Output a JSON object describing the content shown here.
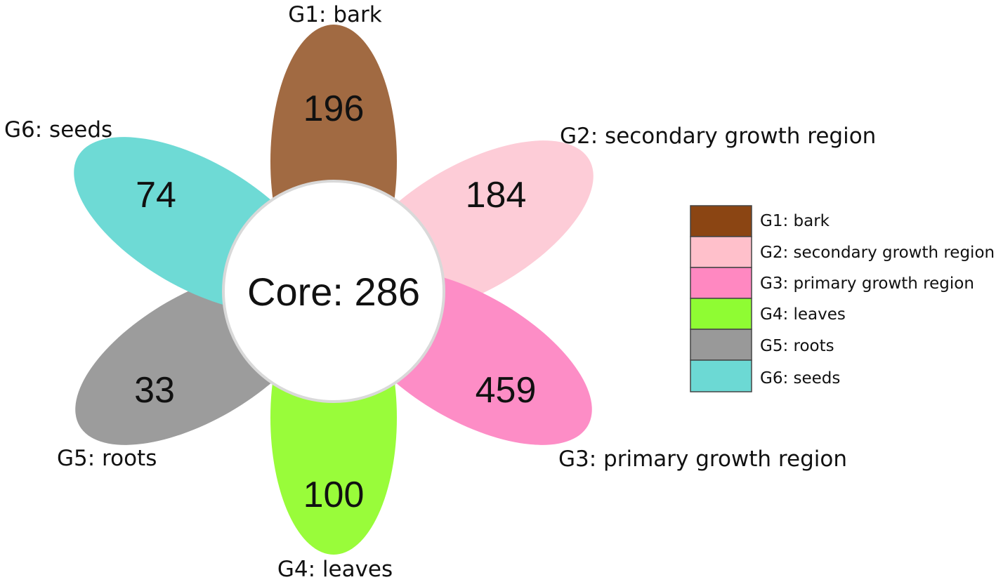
{
  "core": {
    "label": "Core: 286",
    "value": 286
  },
  "petals": [
    {
      "id": "g1",
      "label": "G1: bark",
      "count": "196",
      "color": "#A16A42"
    },
    {
      "id": "g2",
      "label": "G2: secondary growth region",
      "count": "184",
      "color": "#FDCCD7"
    },
    {
      "id": "g3",
      "label": "G3: primary growth region",
      "count": "459",
      "color": "#FD8DC6"
    },
    {
      "id": "g4",
      "label": "G4: leaves",
      "count": "100",
      "color": "#99FC3A"
    },
    {
      "id": "g5",
      "label": "G5: roots",
      "count": "33",
      "color": "#9C9C9C"
    },
    {
      "id": "g6",
      "label": "G6: seeds",
      "count": "74",
      "color": "#6EDAD5"
    }
  ],
  "legend": {
    "items": [
      {
        "label": "G1: bark",
        "color": "#8B4513"
      },
      {
        "label": "G2: secondary growth region",
        "color": "#FFC0CB"
      },
      {
        "label": "G3: primary growth region",
        "color": "#FF88C1"
      },
      {
        "label": "G4: leaves",
        "color": "#8FFC33"
      },
      {
        "label": "G5: roots",
        "color": "#999999"
      },
      {
        "label": "G6: seeds",
        "color": "#6CD9D4"
      }
    ]
  }
}
